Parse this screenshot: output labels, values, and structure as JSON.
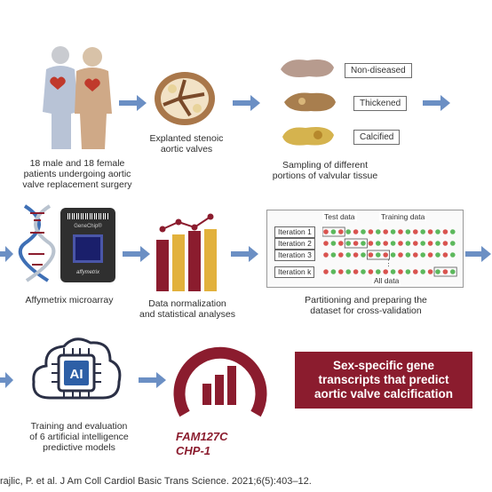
{
  "step1": {
    "caption": "18 male and 18 female\npatients undergoing aortic\nvalve replacement surgery"
  },
  "step2": {
    "caption": "Explanted stenoic\naortic valves"
  },
  "step3": {
    "caption": "Sampling of different\nportions of valvular tissue",
    "tissue_labels": [
      "Non-diseased",
      "Thickened",
      "Calcified"
    ]
  },
  "step4": {
    "caption": "Affymetrix microarray",
    "chip_label": "GeneChip®",
    "brand": "affymetrix"
  },
  "step5": {
    "caption": "Data normalization\nand statistical analyses"
  },
  "step6": {
    "caption": "Partitioning and preparing the\ndataset for cross-validation",
    "test_label": "Test data",
    "training_label": "Training data",
    "all_label": "All data",
    "iterations": [
      "Iteration 1",
      "Iteration 2",
      "Iteration 3",
      "Iteration k"
    ]
  },
  "step7": {
    "caption": "Training and evaluation\nof 6 artificial intelligence\npredictive models",
    "chip_text": "AI"
  },
  "result": {
    "banner": "Sex-specific gene\ntranscripts that predict\naortic valve calcification",
    "genes": [
      "FAM127C",
      "CHP-1"
    ]
  },
  "citation": "rajlic, P. et al. J Am Coll Cardiol Basic Trans Science. 2021;6(5):403–12.",
  "colors": {
    "arrow": "#6b8fc4",
    "maroon": "#8b1c2e",
    "gold": "#e2b13c",
    "cv_red": "#d9534f",
    "cv_green": "#5cb85c"
  }
}
